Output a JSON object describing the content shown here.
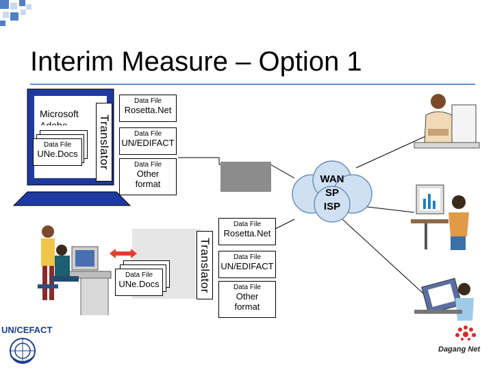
{
  "slide": {
    "title": "Interim Measure – Option 1",
    "top_icon": {
      "doc_rosetta": {
        "caption": "Data File",
        "label": "Rosetta.Net"
      },
      "doc_edifact": {
        "caption": "Data File",
        "label": "UN/EDIFACT"
      },
      "doc_other": {
        "caption": "Data File",
        "label_line1": "Other",
        "label_line2": "format"
      },
      "doc_unedocs": {
        "caption": "Data File",
        "label": "UNe.Docs"
      },
      "doc_back_1": "Microsoft",
      "doc_back_2": "Adobe",
      "translator": "Translator"
    },
    "bottom_icon": {
      "doc_rosetta": {
        "caption": "Data File",
        "label": "Rosetta.Net"
      },
      "doc_edifact": {
        "caption": "Data File",
        "label": "UN/EDIFACT"
      },
      "doc_other": {
        "caption": "Data File",
        "label_line1": "Other",
        "label_line2": "format"
      },
      "doc_unedocs": {
        "caption": "Data File",
        "label": "UNe.Docs"
      },
      "translator": "Translator"
    },
    "cloud": {
      "line1": "WAN",
      "line2": "SP",
      "line3": "ISP"
    },
    "logos": {
      "uncefact": "UN/CEFACT",
      "dagang": "Dagang Net"
    },
    "colors": {
      "accent_square_dark": "#4f7fc6",
      "accent_square_light": "#c9d8ef",
      "rule": "#5b8fd1",
      "cloud": "#cfe0f3",
      "arrow": "#e33b2e"
    }
  }
}
